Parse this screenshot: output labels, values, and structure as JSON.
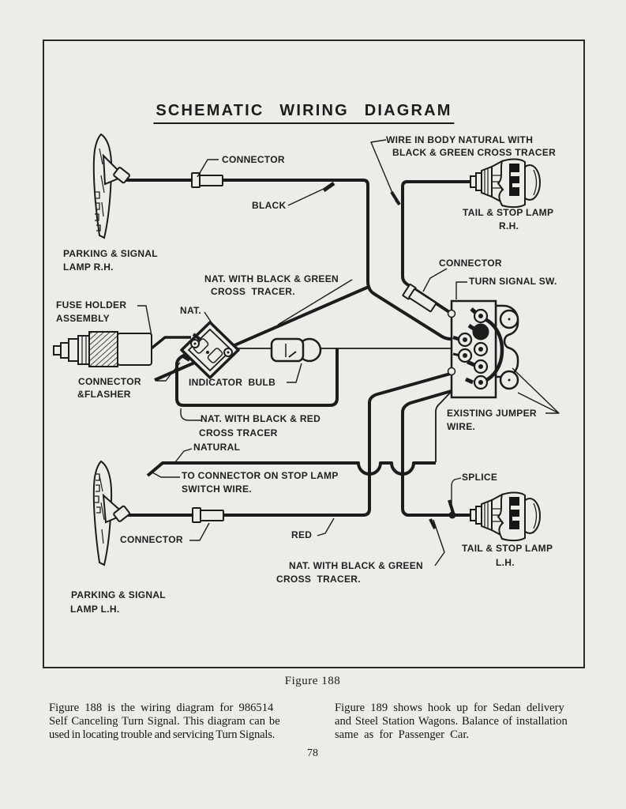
{
  "page": {
    "title": "SCHEMATIC WIRING DIAGRAM",
    "figure_caption": "Figure 188",
    "page_number": "78",
    "paper_color": "#ecece9",
    "ink_color": "#1c1c1c"
  },
  "diagram": {
    "labels": {
      "connector_top": "CONNECTOR",
      "wire_in_body_line1": "WIRE IN BODY NATURAL WITH",
      "wire_in_body_line2": "BLACK & GREEN CROSS TRACER",
      "black": "BLACK",
      "tail_stop_rh_line1": "TAIL & STOP LAMP",
      "tail_stop_rh_line2": "R.H.",
      "parking_rh_line1": "PARKING & SIGNAL",
      "parking_rh_line2": "LAMP R.H.",
      "nat_black_green_center_line1": "NAT. WITH BLACK & GREEN",
      "nat_black_green_center_line2": "CROSS  TRACER.",
      "nat": "NAT.",
      "fuse_line1": "FUSE HOLDER",
      "fuse_line2": "ASSEMBLY",
      "connector_flasher_line1": "CONNECTOR",
      "connector_flasher_line2": "&FLASHER",
      "indicator_bulb": "INDICATOR  BULB",
      "connector_switch": "CONNECTOR",
      "turn_signal_sw": "TURN SIGNAL SW.",
      "existing_jumper_line1": "EXISTING JUMPER",
      "existing_jumper_line2": "WIRE.",
      "nat_black_red_line1": "NAT. WITH BLACK & RED",
      "nat_black_red_line2": "CROSS TRACER",
      "natural": "NATURAL",
      "to_connector_line1": "TO CONNECTOR ON STOP LAMP",
      "to_connector_line2": "SWITCH WIRE.",
      "red": "RED",
      "splice": "SPLICE",
      "connector_bottom": "CONNECTOR",
      "tail_stop_lh_line1": "TAIL & STOP LAMP",
      "tail_stop_lh_line2": "L.H.",
      "parking_lh_line1": "PARKING & SIGNAL",
      "parking_lh_line2": "LAMP L.H.",
      "nat_black_green_bottom_line1": "NAT. WITH BLACK & GREEN",
      "nat_black_green_bottom_line2": "CROSS  TRACER."
    }
  },
  "footer": {
    "left_lines": [
      "Figure 188 is the wiring diagram for 986514",
      "Self Canceling Turn Signal. This diagram can be",
      "used in locating trouble and servicing Turn Signals."
    ],
    "right_lines": [
      "Figure 189 shows hook up for Sedan delivery",
      "and Steel Station Wagons. Balance of installation",
      "same as for Passenger Car."
    ]
  }
}
